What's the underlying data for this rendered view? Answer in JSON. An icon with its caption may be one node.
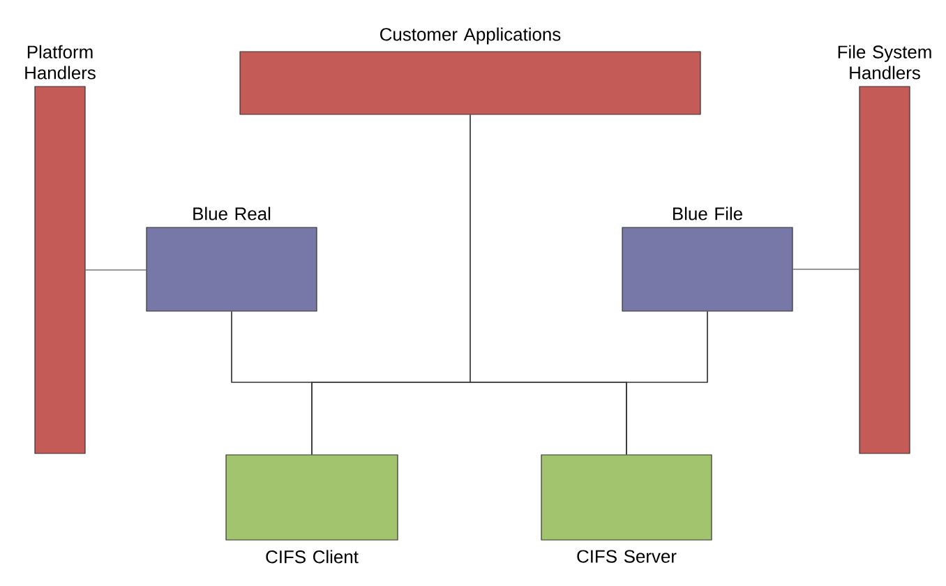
{
  "diagram": {
    "nodes": [
      {
        "text": [
          "Platform Handlers"
        ]
      },
      {
        "text": [
          "Customer Applications"
        ]
      },
      {
        "text": [
          "File System Handlers"
        ]
      },
      {
        "text": [
          "Blue Real"
        ]
      },
      {
        "text": [
          "Blue File"
        ]
      },
      {
        "text": [
          "CIFS Client"
        ]
      },
      {
        "text": [
          "CIFS Server"
        ]
      }
    ],
    "edges": [
      {
        "from": 0,
        "to": 3,
        "arrow": "none"
      },
      {
        "from": 4,
        "to": 2,
        "arrow": "none"
      },
      {
        "from": 1,
        "to": 5,
        "arrow": "none"
      },
      {
        "from": 1,
        "to": 6,
        "arrow": "none"
      },
      {
        "from": 3,
        "to": 5,
        "arrow": "none"
      },
      {
        "from": 3,
        "to": 6,
        "arrow": "none"
      },
      {
        "from": 4,
        "to": 5,
        "arrow": "none"
      },
      {
        "from": 4,
        "to": 6,
        "arrow": "none"
      }
    ]
  }
}
